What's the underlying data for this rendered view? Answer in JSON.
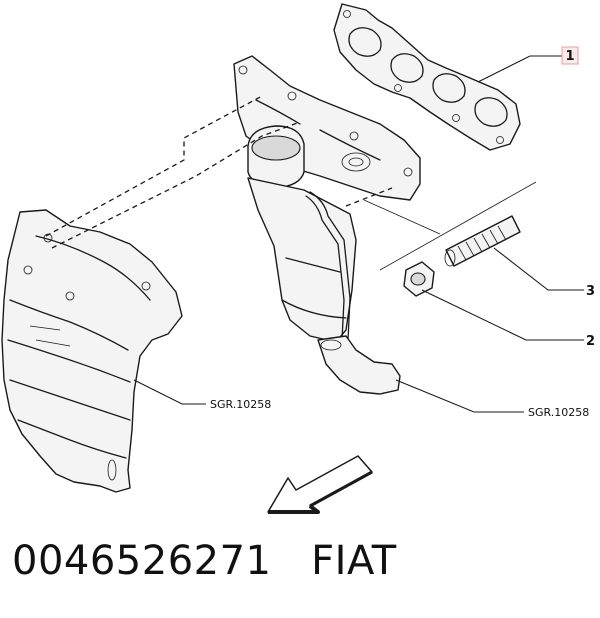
{
  "callouts": {
    "part_1": "1",
    "part_2": "2",
    "part_3": "3"
  },
  "references": {
    "heat_shield": "SGR.10258",
    "catalyst_pipe": "SGR.10258"
  },
  "caption": {
    "part_number": "0046526271",
    "brand": "FIAT",
    "separator": "   "
  },
  "colors": {
    "callout_box_border": "#e0a0a0",
    "callout_box_fill": "#fbe9e9",
    "line": "#1a1a1a"
  }
}
